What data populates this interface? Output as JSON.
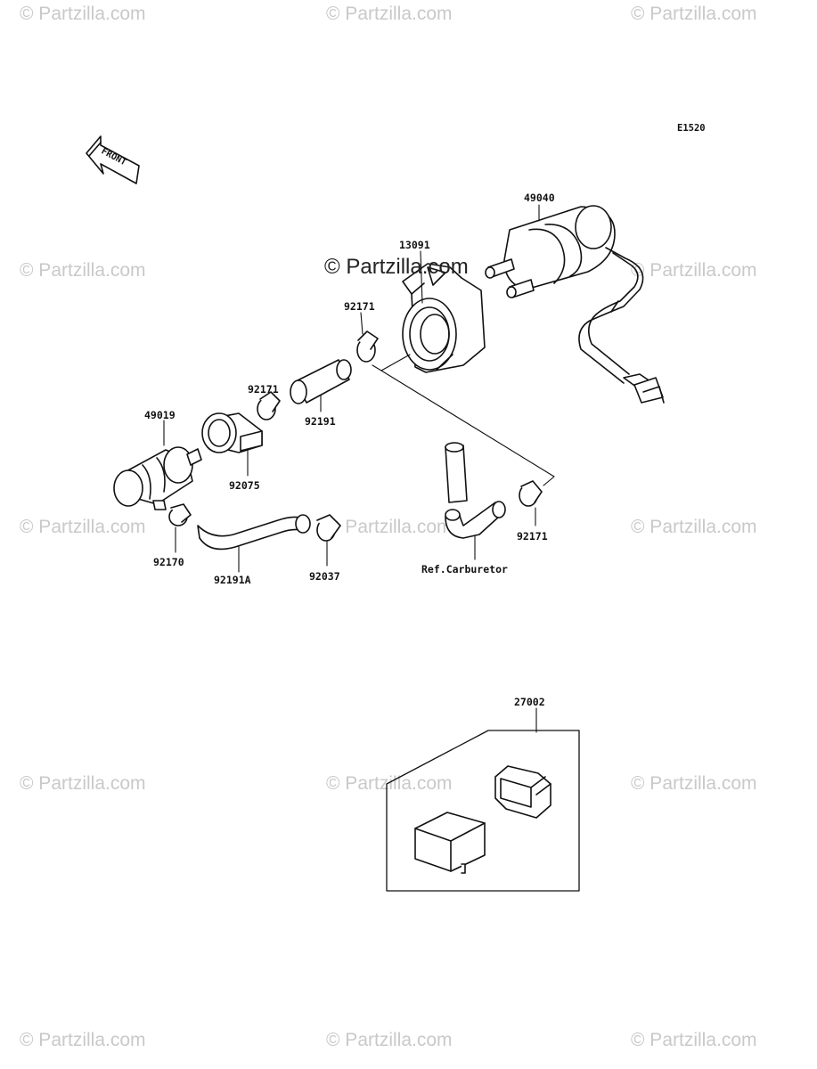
{
  "diagram_code": "E1520",
  "front_label": "FRONT",
  "watermark": "© Partzilla.com",
  "center_watermark": "© Partzilla.com",
  "parts": {
    "p49040": "49040",
    "p13091": "13091",
    "p92171_a": "92171",
    "p92171_b": "92171",
    "p92191": "92191",
    "p49019": "49019",
    "p92075": "92075",
    "p92170": "92170",
    "p92191A": "92191A",
    "p92037": "92037",
    "p92171_c": "92171",
    "ref_carburetor": "Ref.Carburetor",
    "p27002": "27002"
  }
}
